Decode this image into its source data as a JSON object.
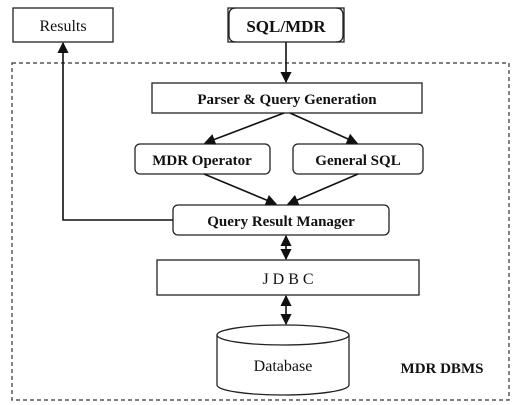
{
  "diagram": {
    "results_label": "Results",
    "input_label": "SQL/MDR",
    "parser_label": "Parser & Query Generation",
    "mdr_operator_label": "MDR Operator",
    "general_sql_label": "General SQL",
    "query_result_manager_label": "Query Result Manager",
    "jdbc_label": "J D B C",
    "database_label": "Database",
    "system_label": "MDR DBMS"
  }
}
